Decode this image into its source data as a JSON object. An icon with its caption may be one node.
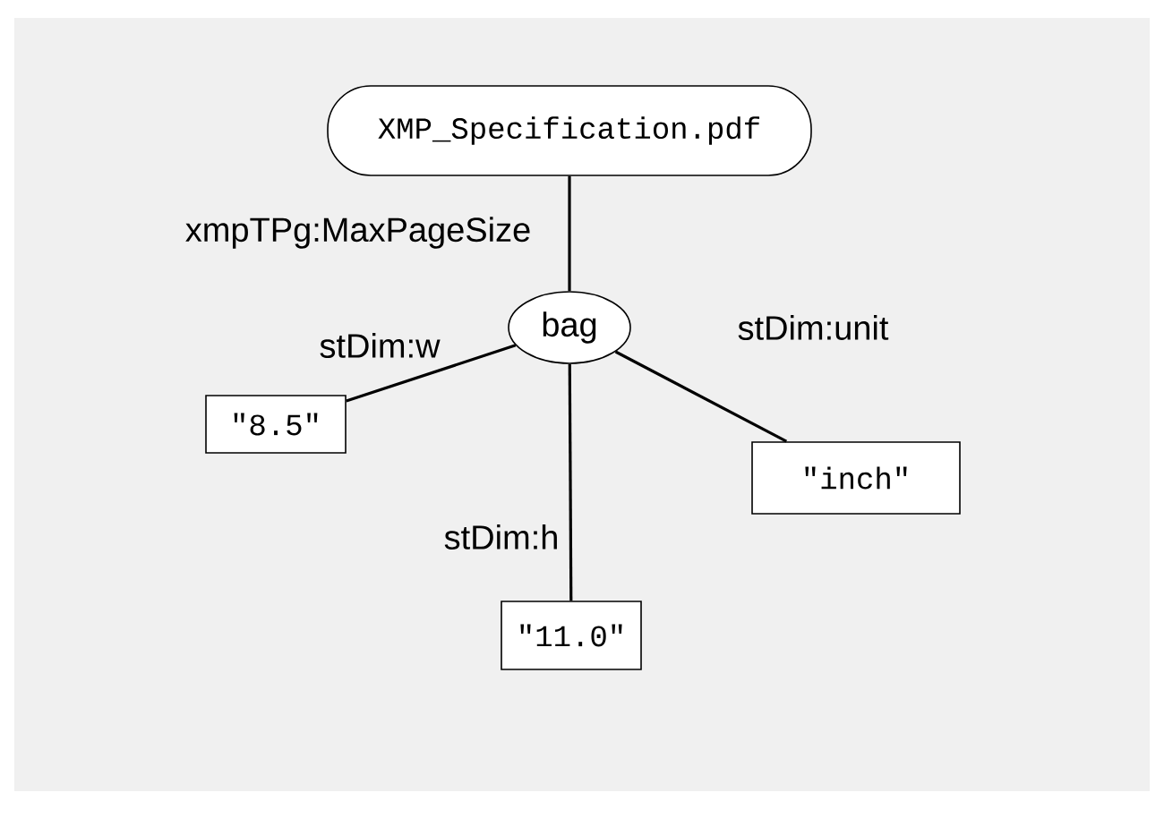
{
  "diagram": {
    "nodes": [
      {
        "text": [
          "XMP_Specification.pdf"
        ]
      },
      {
        "text": [
          "bag"
        ]
      },
      {
        "text": [
          "\"8.5\""
        ]
      },
      {
        "text": [
          "\"11.0\""
        ]
      },
      {
        "text": [
          "\"inch\""
        ]
      }
    ],
    "edges": [
      {
        "from": 0,
        "to": 1,
        "arrow": "none",
        "label": "xmpTPg:MaxPageSize"
      },
      {
        "from": 1,
        "to": 2,
        "arrow": "none",
        "label": "stDim:w"
      },
      {
        "from": 1,
        "to": 3,
        "arrow": "none",
        "label": "stDim:h"
      },
      {
        "from": 1,
        "to": 4,
        "arrow": "none",
        "label": "stDim:unit"
      }
    ]
  }
}
